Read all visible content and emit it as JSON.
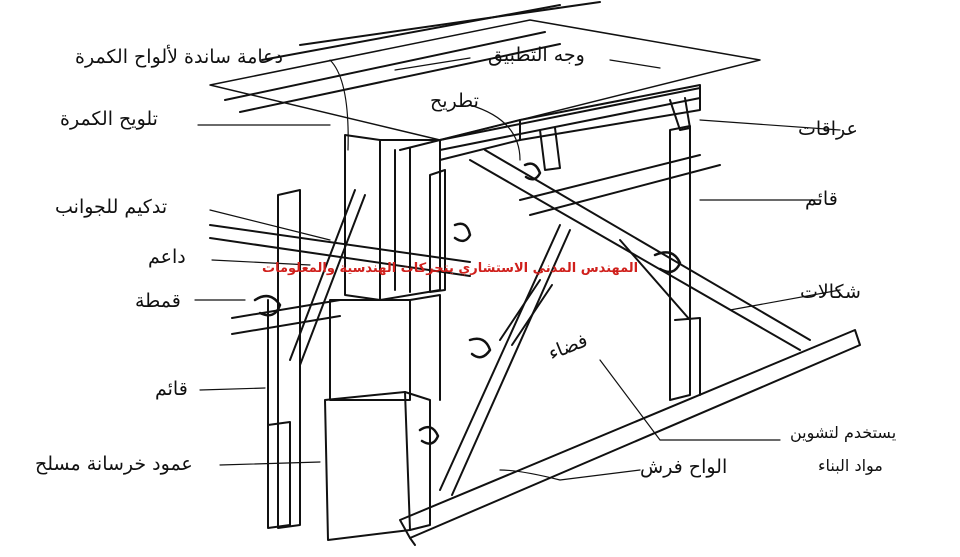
{
  "labels": {
    "beam_support": "دعامة ساندة لألواح الكمرة",
    "face_of_work": "وجه التطبيق",
    "beam_sheathing": "تلويح الكمرة",
    "decking": "تطريح",
    "joists": "عراقات",
    "side_bracing": "تدكيم للجوانب",
    "post_right": "قائم",
    "strut": "داعم",
    "cross_braces": "شكالات",
    "wedge": "قمطة",
    "post_left": "قائم",
    "space": "فضاء",
    "rc_column": "عمود خرسانة مسلح",
    "used_for_storage_line1": "يستخدم لتشوين",
    "used_for_storage_line2": "مواد البناء",
    "sole_boards": "الواح فرش"
  },
  "watermark": "المهندس المدني الاستشاري يتحركات   الهندسية والمعلومات",
  "colors": {
    "ink": "#111111",
    "watermark": "#d0201c"
  }
}
